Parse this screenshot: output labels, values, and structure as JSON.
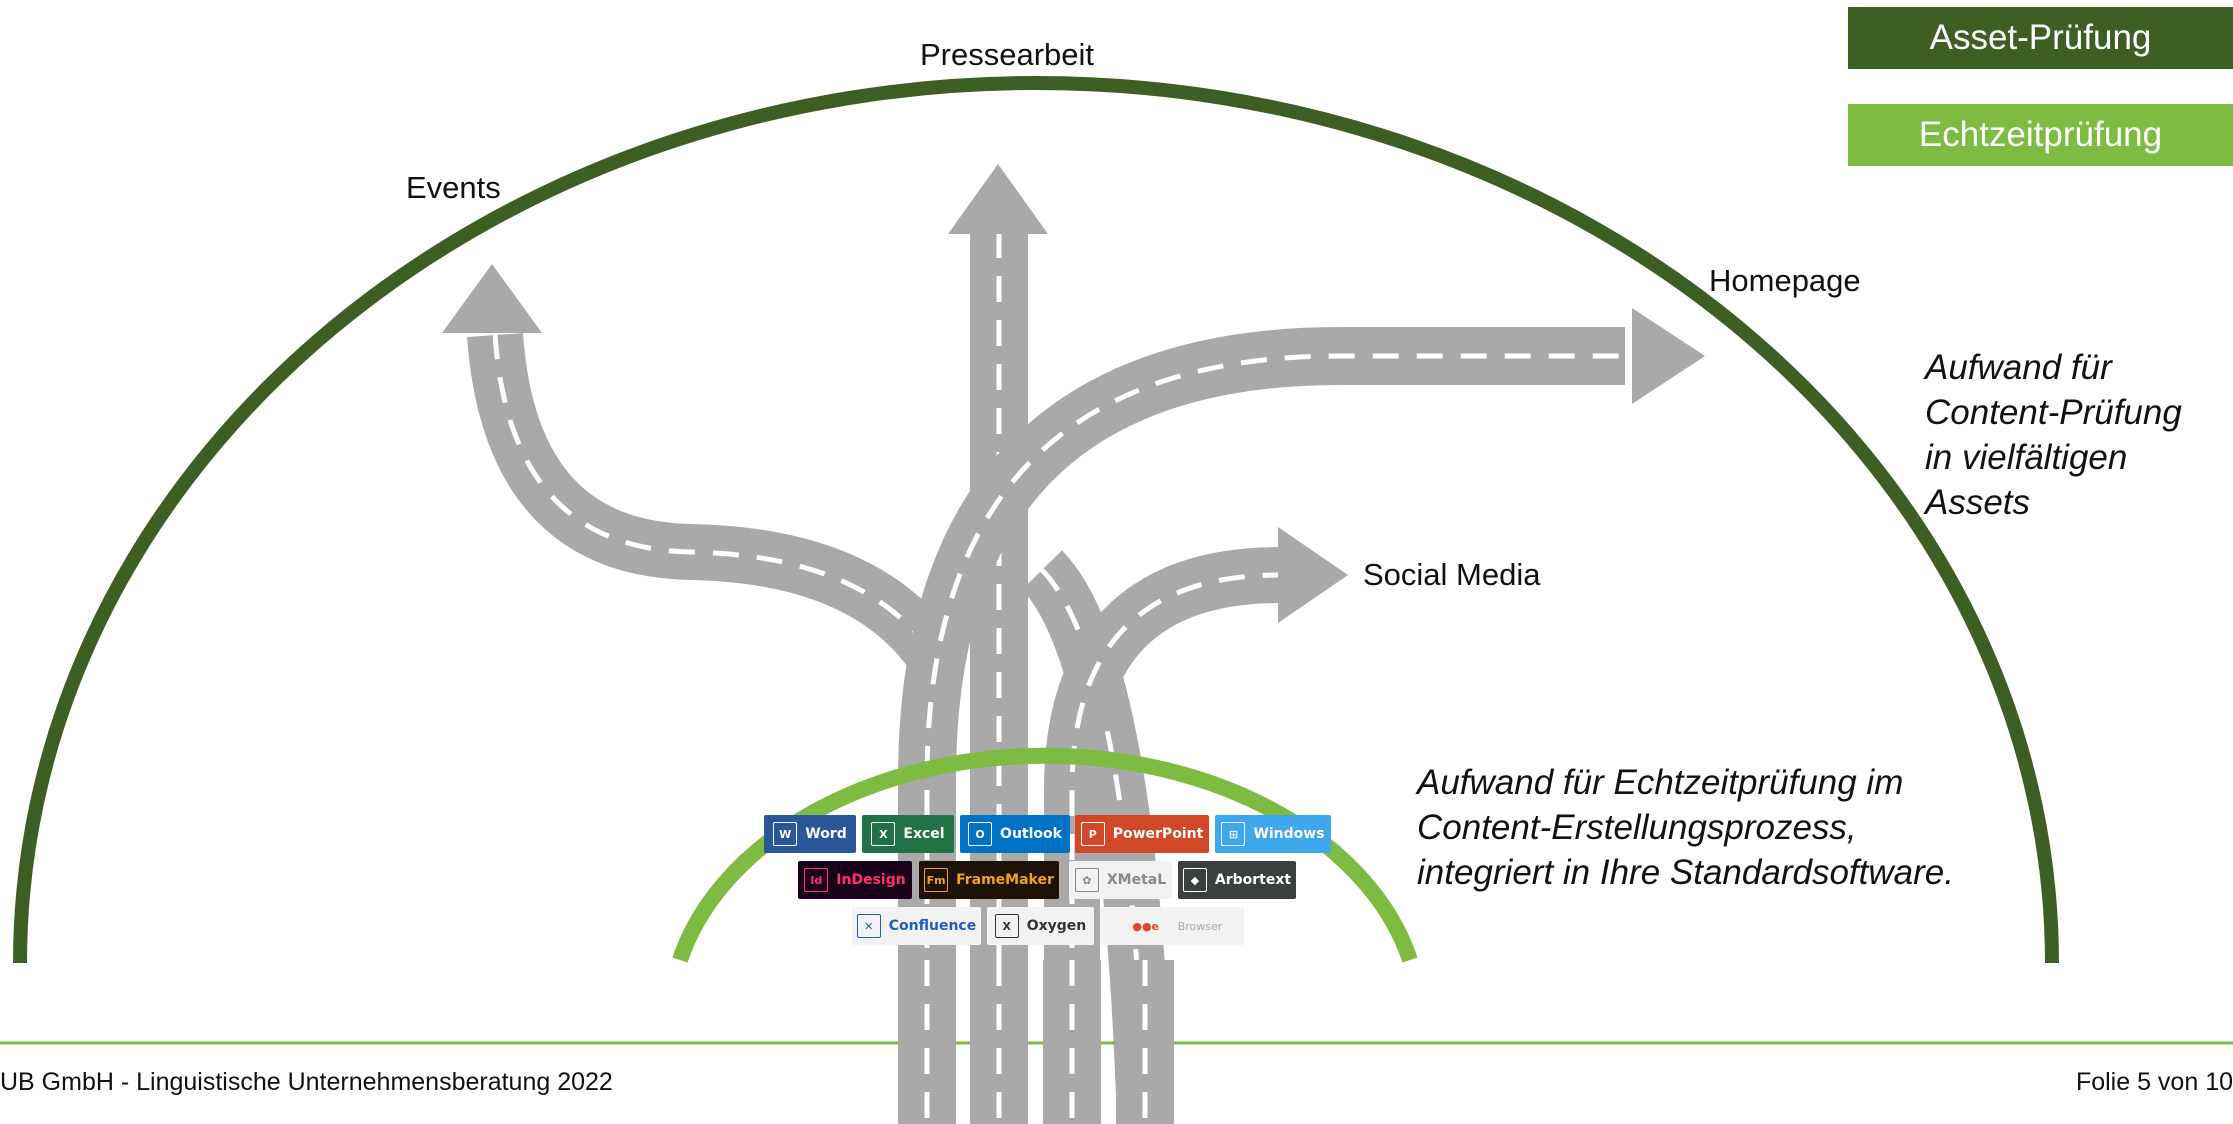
{
  "diagram": {
    "channels": {
      "presse": "Pressearbeit",
      "events": "Events",
      "homepage": "Homepage",
      "social": "Social Media"
    },
    "outer_note": "Aufwand für\nContent-Prüfung\nin vielfältigen\nAssets",
    "inner_note": "Aufwand für Echtzeitprüfung im\nContent-Erstellungsprozess,\nintegriert in Ihre Standardsoftware.",
    "badges": {
      "asset": "Asset-Prüfung",
      "echtzeit": "Echtzeitprüfung"
    },
    "software_rows": [
      [
        {
          "label": "Word",
          "bg": "#2b579a",
          "fg": "#ffffff",
          "icon": "W"
        },
        {
          "label": "Excel",
          "bg": "#217346",
          "fg": "#ffffff",
          "icon": "X"
        },
        {
          "label": "Outlook",
          "bg": "#0072c6",
          "fg": "#ffffff",
          "icon": "O"
        },
        {
          "label": "PowerPoint",
          "bg": "#d24726",
          "fg": "#ffffff",
          "icon": "P"
        },
        {
          "label": "Windows",
          "bg": "#3ea8ee",
          "fg": "#ffffff",
          "icon": "⊞"
        }
      ],
      [
        {
          "label": "InDesign",
          "bg": "#19011c",
          "fg": "#ff3366",
          "icon": "Id"
        },
        {
          "label": "FrameMaker",
          "bg": "#1d1205",
          "fg": "#f4a11f",
          "icon": "Fm"
        },
        {
          "label": "XMetaL",
          "bg": "#f2f2f2",
          "fg": "#888888",
          "icon": "✿"
        },
        {
          "label": "Arbortext",
          "bg": "#3b3f3f",
          "fg": "#ffffff",
          "icon": "◆"
        }
      ],
      [
        {
          "label": "Confluence",
          "bg": "#f2f2f2",
          "fg": "#1f5fbf",
          "icon": "✕"
        },
        {
          "label": "Oxygen",
          "bg": "#f2f2f2",
          "fg": "#333333",
          "icon": "X"
        },
        {
          "label": "Browser",
          "bg": "#f2f2f2",
          "fg": "#aaaaaa",
          "icon": "●●e"
        }
      ]
    ],
    "colors": {
      "dark_green": "#3e5f24",
      "light_green": "#7dbb42",
      "road": "#a9a9a9",
      "road_dash": "#ffffff"
    }
  },
  "footer": {
    "left": "UB GmbH - Linguistische Unternehmensberatung 2022",
    "right": "Folie 5 von 10"
  }
}
